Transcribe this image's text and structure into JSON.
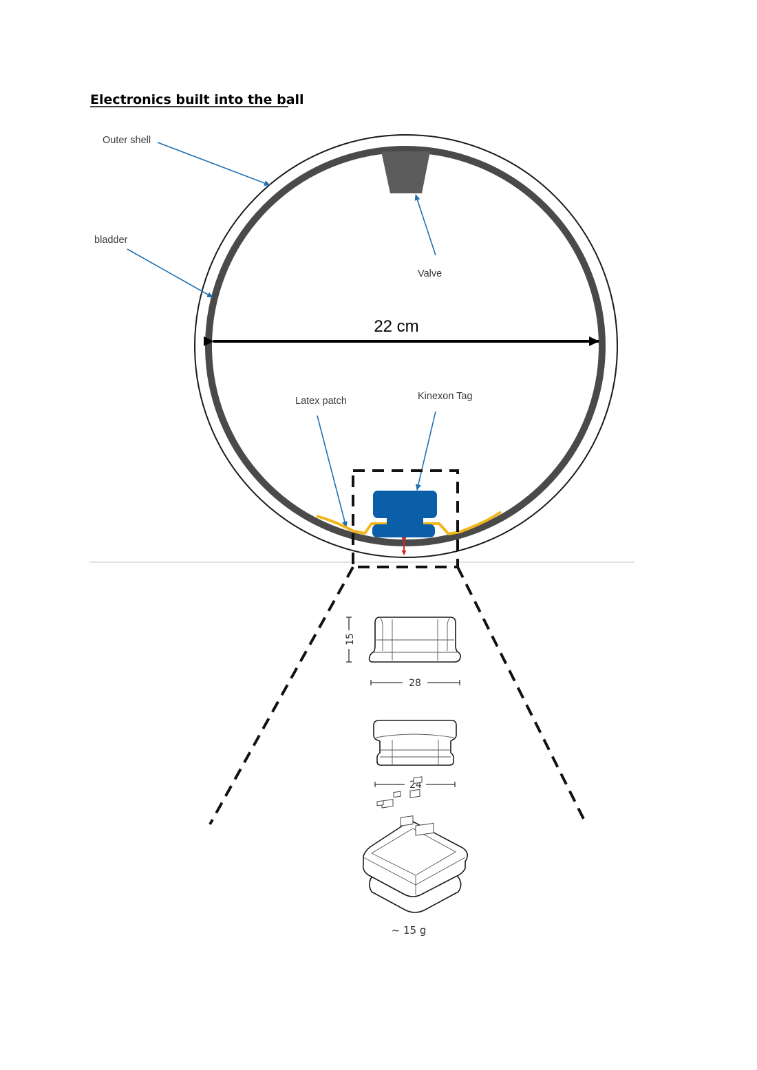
{
  "title": "Electronics built into the ball",
  "labels": {
    "outer_shell": "Outer shell",
    "bladder": "bladder",
    "valve": "Valve",
    "diameter": "22 cm",
    "latex_patch": "Latex patch",
    "kinexon_tag": "Kinexon Tag"
  },
  "dimensions": {
    "tag_height": "15",
    "tag_width_top": "28",
    "tag_width_bottom": "24",
    "tag_weight": "~ 15 g"
  },
  "colors": {
    "outline": "#1a1a1a",
    "bladder": "#4a4a4a",
    "valve": "#5c5c5c",
    "tag": "#0b5fa8",
    "latex_patch": "#f2b51c",
    "callout": "#1f6fb0",
    "gap_marker": "#d9261c",
    "ground_line": "#cfcfcf"
  }
}
